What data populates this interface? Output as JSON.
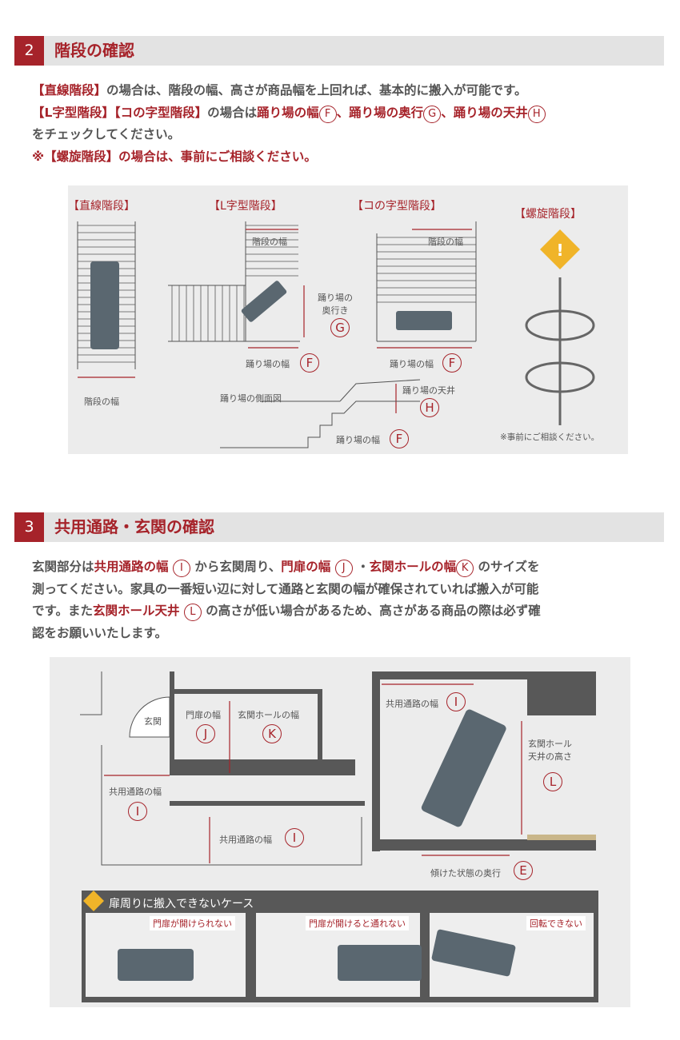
{
  "section2": {
    "number": "2",
    "title": "階段の確認",
    "line1": {
      "a": "【直線階段】",
      "b": "の場合は、階段の幅、高さが商品幅を上回れば、基本的に搬入が可能です。"
    },
    "line2": {
      "a": "【L字型階段】【コの字型階段】",
      "b": "の場合は",
      "c": "踊り場の幅",
      "f": "F",
      "d": "、踊り場の奥行",
      "g": "G",
      "e": "、踊り場の天井",
      "h": "H"
    },
    "line3": "をチェックしてください。",
    "line4": "※【螺旋階段】の場合は、事前にご相談ください。",
    "diagram": {
      "straight": "【直線階段】",
      "l_shape": "【L字型階段】",
      "u_shape": "【コの字型階段】",
      "spiral": "【螺旋階段】",
      "stair_width": "階段の幅",
      "landing_depth": "踊り場の\n奥行き",
      "landing_width": "踊り場の幅",
      "landing_side": "踊り場の側面図",
      "landing_ceiling": "踊り場の天井",
      "consult": "※事前にご相談ください。",
      "F": "F",
      "G": "G",
      "H": "H"
    }
  },
  "section3": {
    "number": "3",
    "title": "共用通路・玄関の確認",
    "p1": {
      "a": "玄関部分は",
      "b": "共用通路の幅",
      "i": "I",
      "c": "から玄関周り、",
      "d": "門扉の幅",
      "j": "J",
      "e": "・",
      "f": "玄関ホールの幅",
      "k": "K",
      "g": "のサイズを"
    },
    "p2": "測ってください。家具の一番短い辺に対して通路と玄関の幅が確保されていれば搬入が可能",
    "p3": {
      "a": "です。また",
      "b": "玄関ホール天井",
      "l": "L",
      "c": "の高さが低い場合があるため、高さがある商品の際は必ず確"
    },
    "p4": "認をお願いいたします。",
    "diagram": {
      "entrance": "玄関",
      "gate_width": "門扉の幅",
      "hall_width": "玄関ホールの幅",
      "corridor_width": "共用通路の幅",
      "hall_ceiling": "玄関ホール\n天井の高さ",
      "tilted_depth": "傾けた状態の奥行",
      "I": "I",
      "J": "J",
      "K": "K",
      "L": "L",
      "E": "E",
      "case_title": "扉周りに搬入できないケース",
      "case1": "門扉が開けられない",
      "case2": "門扉が開けると通れない",
      "case3": "回転できない"
    }
  }
}
